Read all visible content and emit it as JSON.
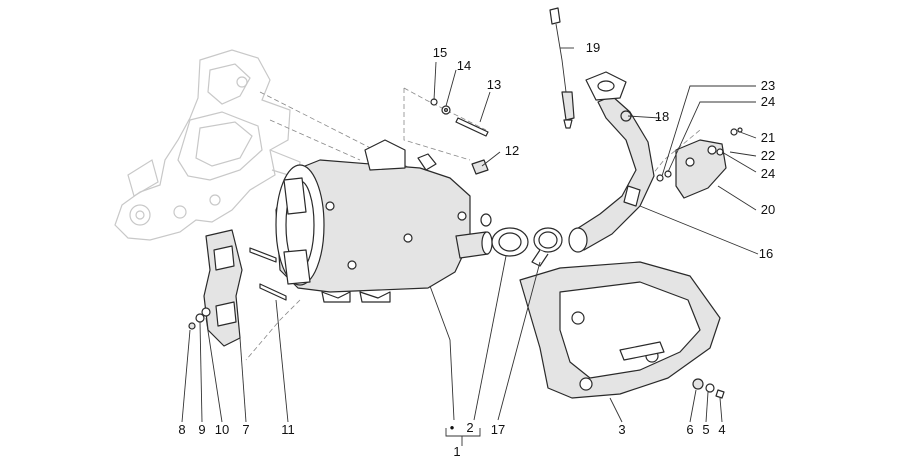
{
  "callouts": [
    {
      "id": "1",
      "label": "1"
    },
    {
      "id": "2",
      "label": "2"
    },
    {
      "id": "2dot",
      "label": "•"
    },
    {
      "id": "3",
      "label": "3"
    },
    {
      "id": "4",
      "label": "4"
    },
    {
      "id": "5",
      "label": "5"
    },
    {
      "id": "6",
      "label": "6"
    },
    {
      "id": "7",
      "label": "7"
    },
    {
      "id": "8",
      "label": "8"
    },
    {
      "id": "9",
      "label": "9"
    },
    {
      "id": "10",
      "label": "10"
    },
    {
      "id": "11",
      "label": "11"
    },
    {
      "id": "12",
      "label": "12"
    },
    {
      "id": "13",
      "label": "13"
    },
    {
      "id": "14",
      "label": "14"
    },
    {
      "id": "15",
      "label": "15"
    },
    {
      "id": "16",
      "label": "16"
    },
    {
      "id": "17",
      "label": "17"
    },
    {
      "id": "18",
      "label": "18"
    },
    {
      "id": "19",
      "label": "19"
    },
    {
      "id": "20",
      "label": "20"
    },
    {
      "id": "21",
      "label": "21"
    },
    {
      "id": "22",
      "label": "22"
    },
    {
      "id": "23",
      "label": "23"
    },
    {
      "id": "24a",
      "label": "24"
    },
    {
      "id": "24b",
      "label": "24"
    }
  ]
}
